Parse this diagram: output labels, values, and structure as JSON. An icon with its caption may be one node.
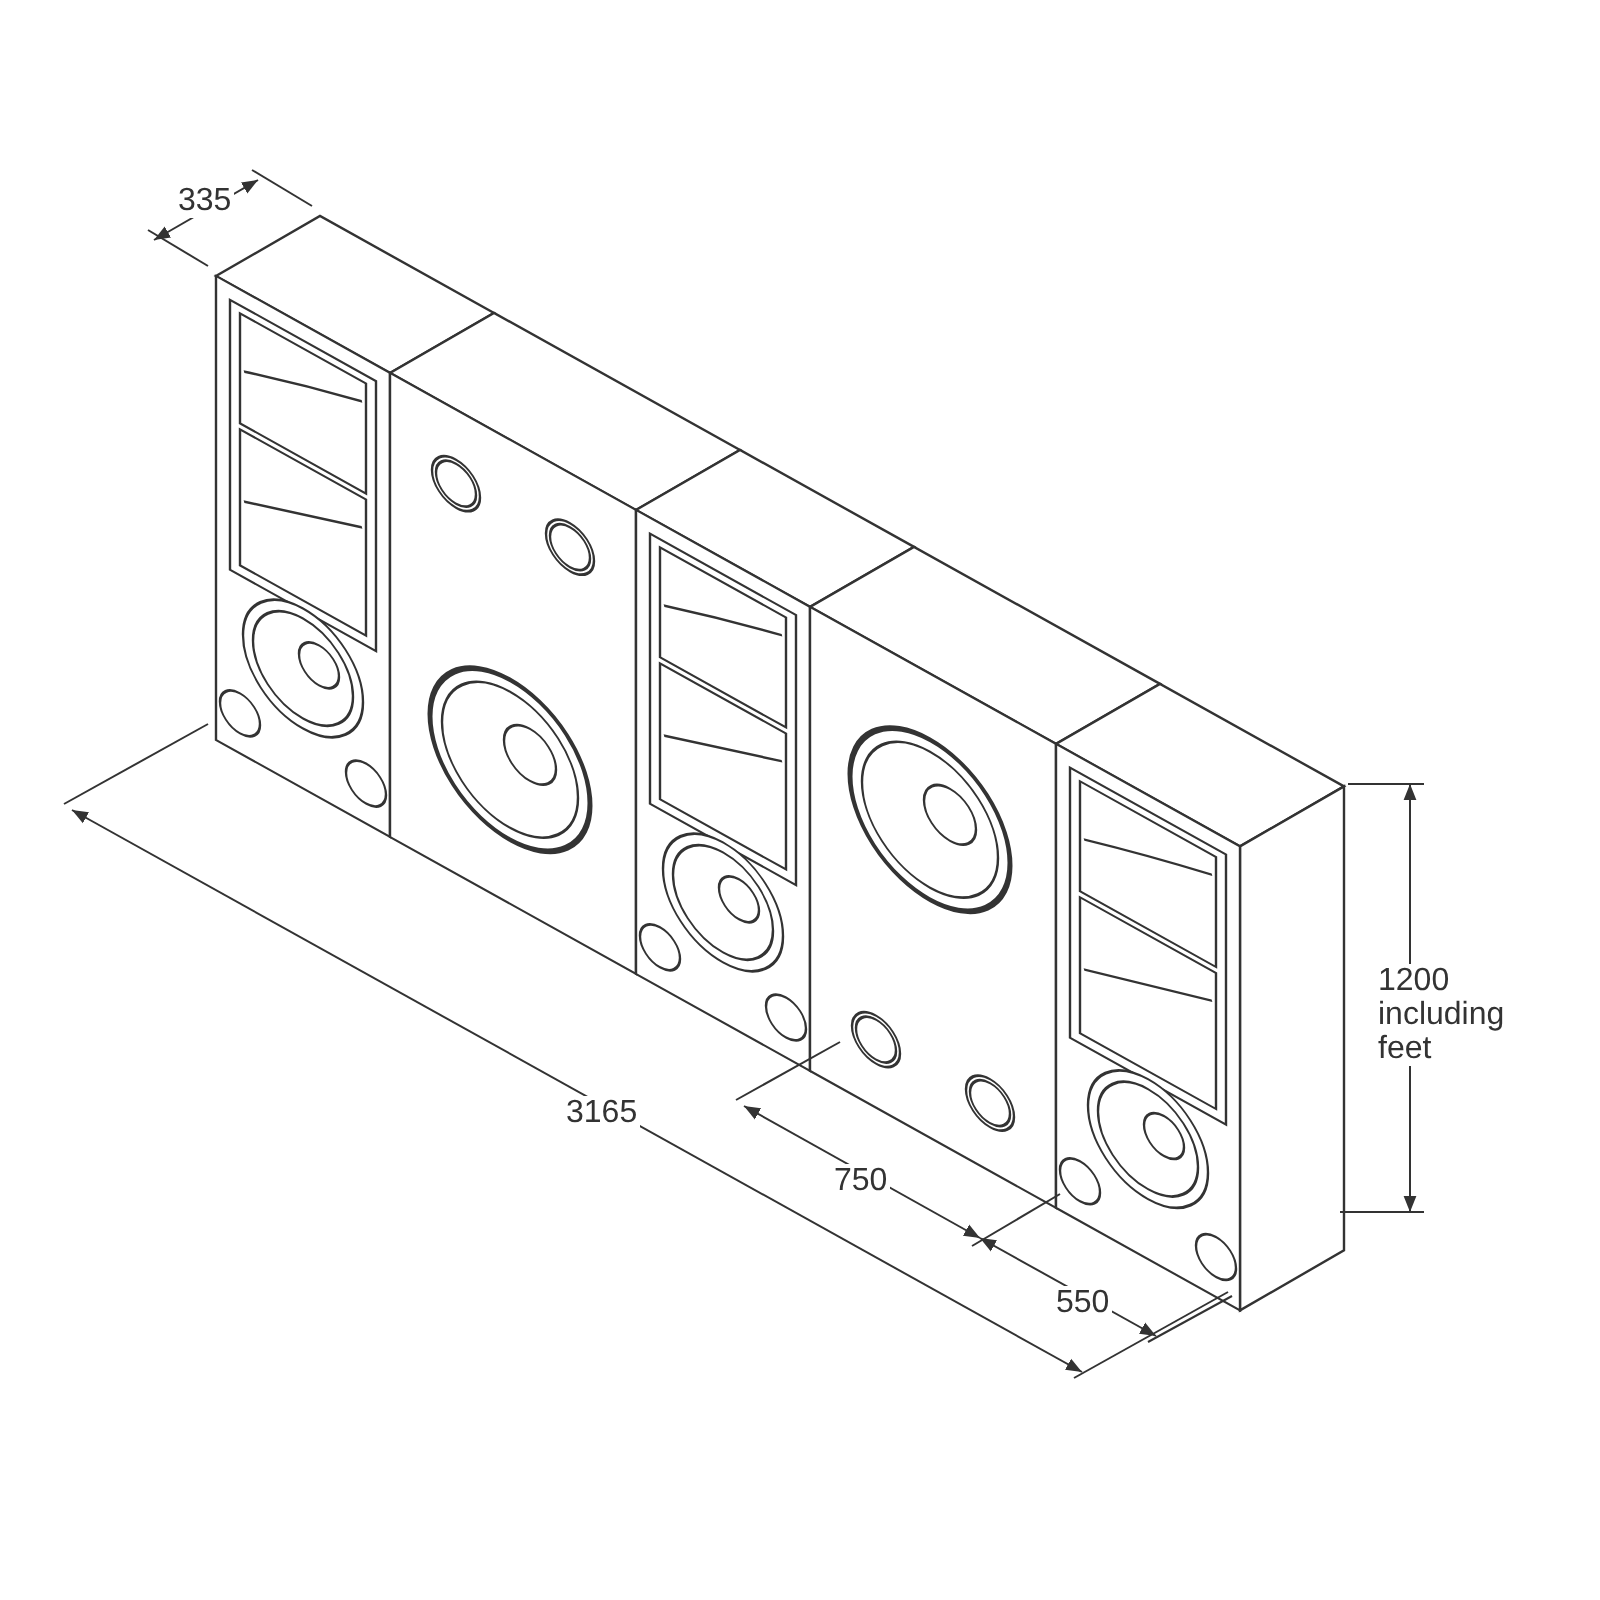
{
  "diagram": {
    "labels": [
      "335",
      "1200 including feet",
      "3165",
      "750",
      "550"
    ]
  }
}
